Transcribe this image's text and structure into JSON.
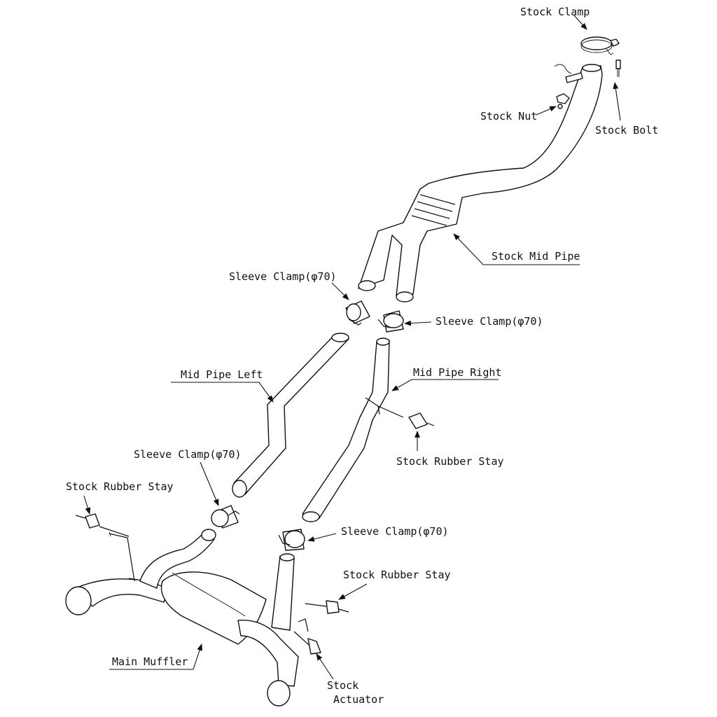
{
  "labels": {
    "stock_clamp": "Stock Clamp",
    "stock_nut": "Stock Nut",
    "stock_bolt": "Stock Bolt",
    "stock_mid_pipe": "Stock Mid Pipe",
    "sleeve_clamp_1": "Sleeve Clamp(φ70)",
    "sleeve_clamp_2": "Sleeve Clamp(φ70)",
    "mid_pipe_left": "Mid Pipe Left",
    "mid_pipe_right": "Mid Pipe Right",
    "stock_rubber_stay_1": "Stock Rubber Stay",
    "sleeve_clamp_3": "Sleeve Clamp(φ70)",
    "stock_rubber_stay_2": "Stock Rubber Stay",
    "sleeve_clamp_4": "Sleeve Clamp(φ70)",
    "stock_rubber_stay_3": "Stock Rubber Stay",
    "main_muffler": "Main Muffler",
    "stock_actuator_line1": "Stock",
    "stock_actuator_line2": "Actuator"
  }
}
